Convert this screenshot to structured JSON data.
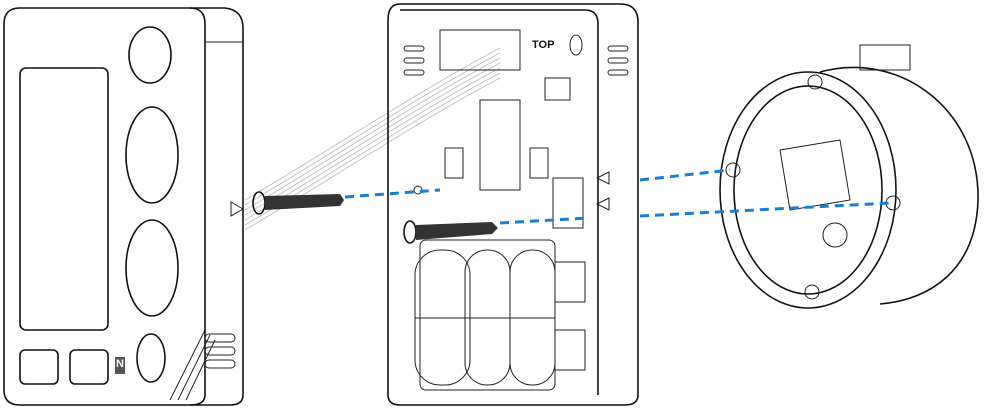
{
  "diagram": {
    "title_labels": {
      "top_marker": "TOP",
      "device_marker": "N"
    },
    "parts": [
      "thermostat-front-panel",
      "thermostat-back-plate",
      "wall-junction-box",
      "mounting-screw"
    ],
    "colors": {
      "guide_line": "#1a7fd0",
      "outline": "#111111",
      "wires": "#bbbbbb"
    }
  }
}
